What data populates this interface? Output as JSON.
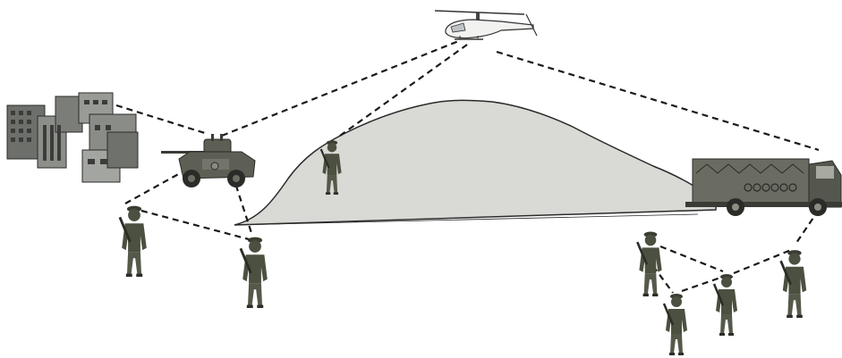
{
  "colors": {
    "background": "#ffffff",
    "terrain": "#d9d9d5",
    "link": "#1a1a1a",
    "soldier": "#4b5040",
    "vehicle": "#5d5f55",
    "building": "#7a7c78"
  },
  "icons": {
    "headquarters": "buildings-icon",
    "armored_car": "armored-vehicle-icon",
    "helicopter": "helicopter-icon",
    "truck": "fuel-truck-icon",
    "soldier": "soldier-icon"
  },
  "nodes": [
    {
      "id": "buildings",
      "icon": "buildings-icon"
    },
    {
      "id": "armored-car",
      "icon": "armored-vehicle-icon"
    },
    {
      "id": "helicopter",
      "icon": "helicopter-icon"
    },
    {
      "id": "fuel-truck",
      "icon": "fuel-truck-icon"
    },
    {
      "id": "soldier-hill",
      "icon": "soldier-icon"
    },
    {
      "id": "soldier-left-1",
      "icon": "soldier-icon"
    },
    {
      "id": "soldier-left-2",
      "icon": "soldier-icon"
    },
    {
      "id": "soldier-right-1",
      "icon": "soldier-icon"
    },
    {
      "id": "soldier-right-2",
      "icon": "soldier-icon"
    },
    {
      "id": "soldier-right-3",
      "icon": "soldier-icon"
    },
    {
      "id": "soldier-right-4",
      "icon": "soldier-icon"
    }
  ],
  "links": [
    [
      "buildings",
      "armored-car"
    ],
    [
      "armored-car",
      "helicopter"
    ],
    [
      "soldier-hill",
      "helicopter"
    ],
    [
      "helicopter",
      "fuel-truck"
    ],
    [
      "armored-car",
      "soldier-left-1"
    ],
    [
      "armored-car",
      "soldier-left-2"
    ],
    [
      "soldier-left-1",
      "soldier-left-2"
    ],
    [
      "fuel-truck",
      "soldier-right-4"
    ],
    [
      "soldier-right-1",
      "soldier-right-2"
    ],
    [
      "soldier-right-1",
      "soldier-right-3"
    ],
    [
      "soldier-right-2",
      "soldier-right-3"
    ],
    [
      "soldier-right-3",
      "soldier-right-4"
    ]
  ]
}
